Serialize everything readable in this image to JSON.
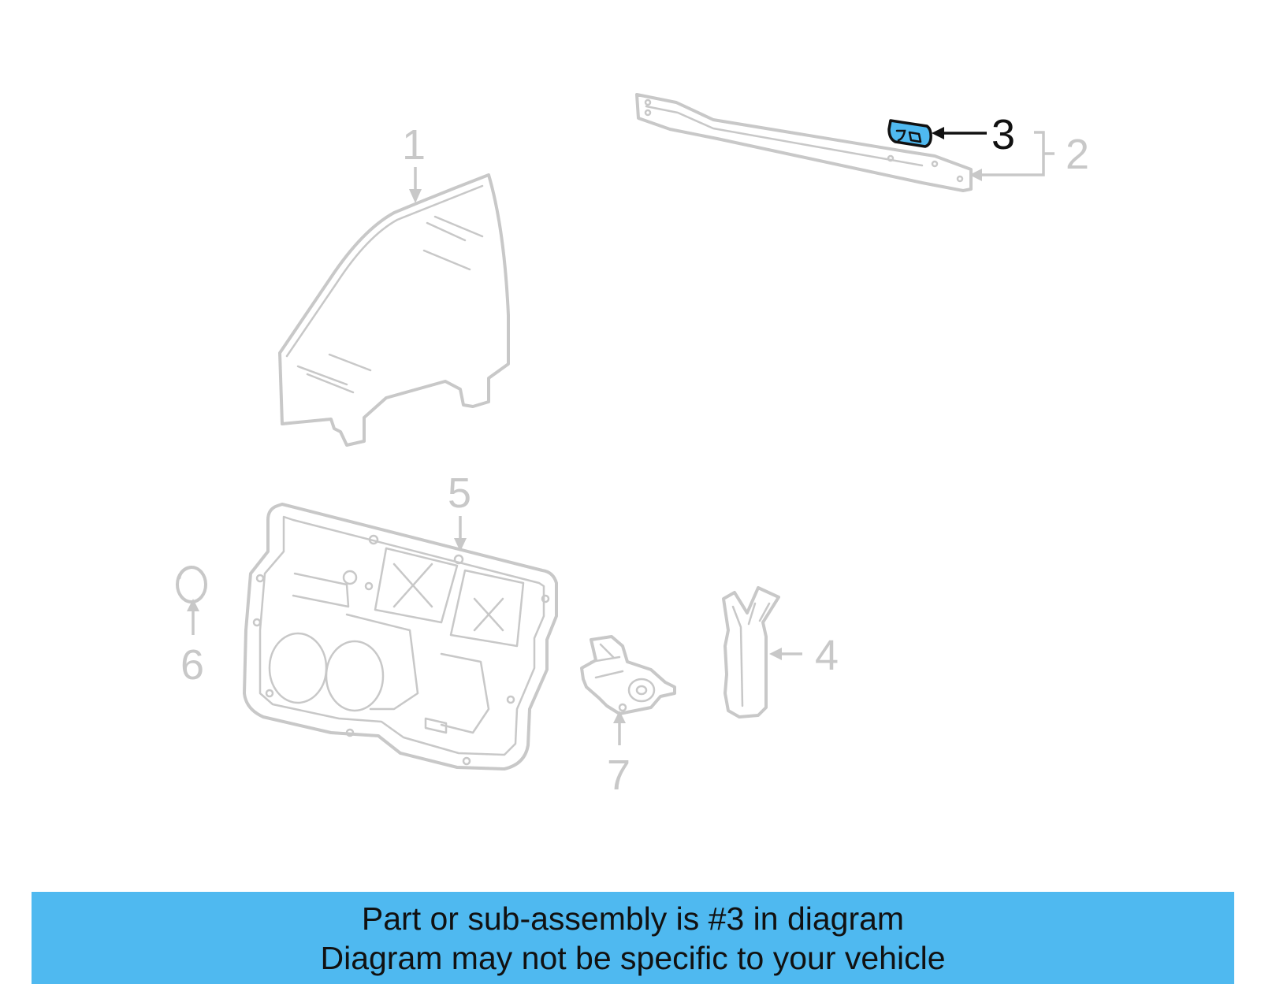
{
  "diagram": {
    "callouts": [
      {
        "id": "1",
        "label": "1"
      },
      {
        "id": "2",
        "label": "2"
      },
      {
        "id": "3",
        "label": "3",
        "highlighted": true
      },
      {
        "id": "4",
        "label": "4"
      },
      {
        "id": "5",
        "label": "5"
      },
      {
        "id": "6",
        "label": "6"
      },
      {
        "id": "7",
        "label": "7"
      }
    ],
    "highlight_color": "#4fb9f0",
    "part_line_color": "#c8c8c8"
  },
  "banner": {
    "line1": "Part or sub-assembly is #3 in diagram",
    "line2": "Diagram may not be specific to your vehicle",
    "background": "#4fb9f0"
  }
}
